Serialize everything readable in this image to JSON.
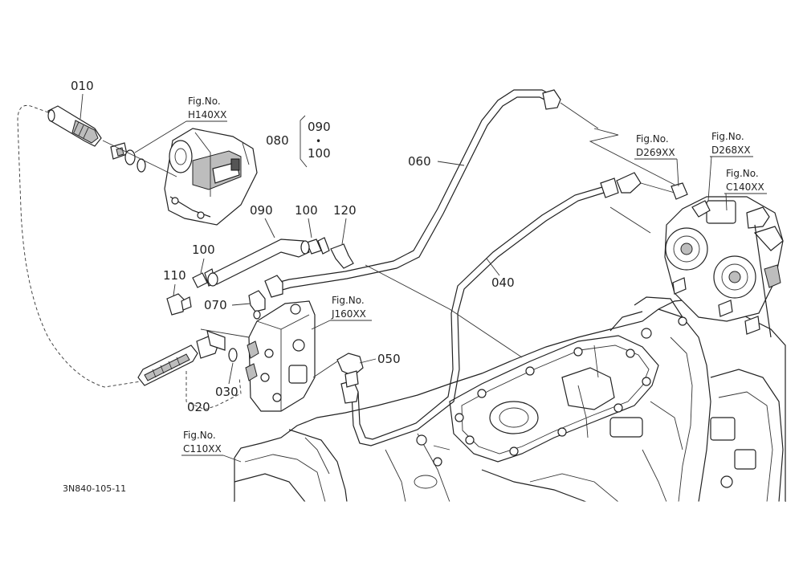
{
  "callouts": {
    "p010": "010",
    "p020": "020",
    "p030": "030",
    "p040": "040",
    "p050": "050",
    "p060": "060",
    "p070": "070",
    "p080": "080",
    "p090_group": "090",
    "dot": "•",
    "p100_group": "100",
    "p090": "090",
    "p100a": "100",
    "p120": "120",
    "p100b": "100",
    "p110": "110"
  },
  "fig_refs": {
    "h140": {
      "top": "Fig.No.",
      "code": "H140XX"
    },
    "d269": {
      "top": "Fig.No.",
      "code": "D269XX"
    },
    "d268": {
      "top": "Fig.No.",
      "code": "D268XX"
    },
    "c140": {
      "top": "Fig.No.",
      "code": "C140XX"
    },
    "j160": {
      "top": "Fig.No.",
      "code": "J160XX"
    },
    "c110": {
      "top": "Fig.No.",
      "code": "C110XX"
    }
  },
  "drawing_ref": "3N840-105-11"
}
